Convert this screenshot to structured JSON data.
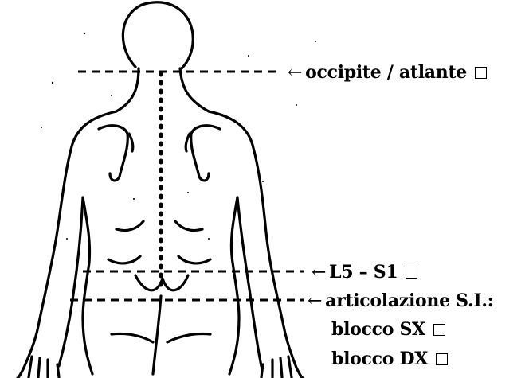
{
  "labels": {
    "occipite": "occipite / atlante",
    "l5s1": "L5 – S1",
    "si": "articolazione S.I.:",
    "blocco_sx": "blocco SX",
    "blocco_dx": "blocco DX"
  },
  "arrow_glyph": "←",
  "checkbox_states": {
    "occipite": false,
    "l5s1": false,
    "blocco_sx": false,
    "blocco_dx": false
  }
}
